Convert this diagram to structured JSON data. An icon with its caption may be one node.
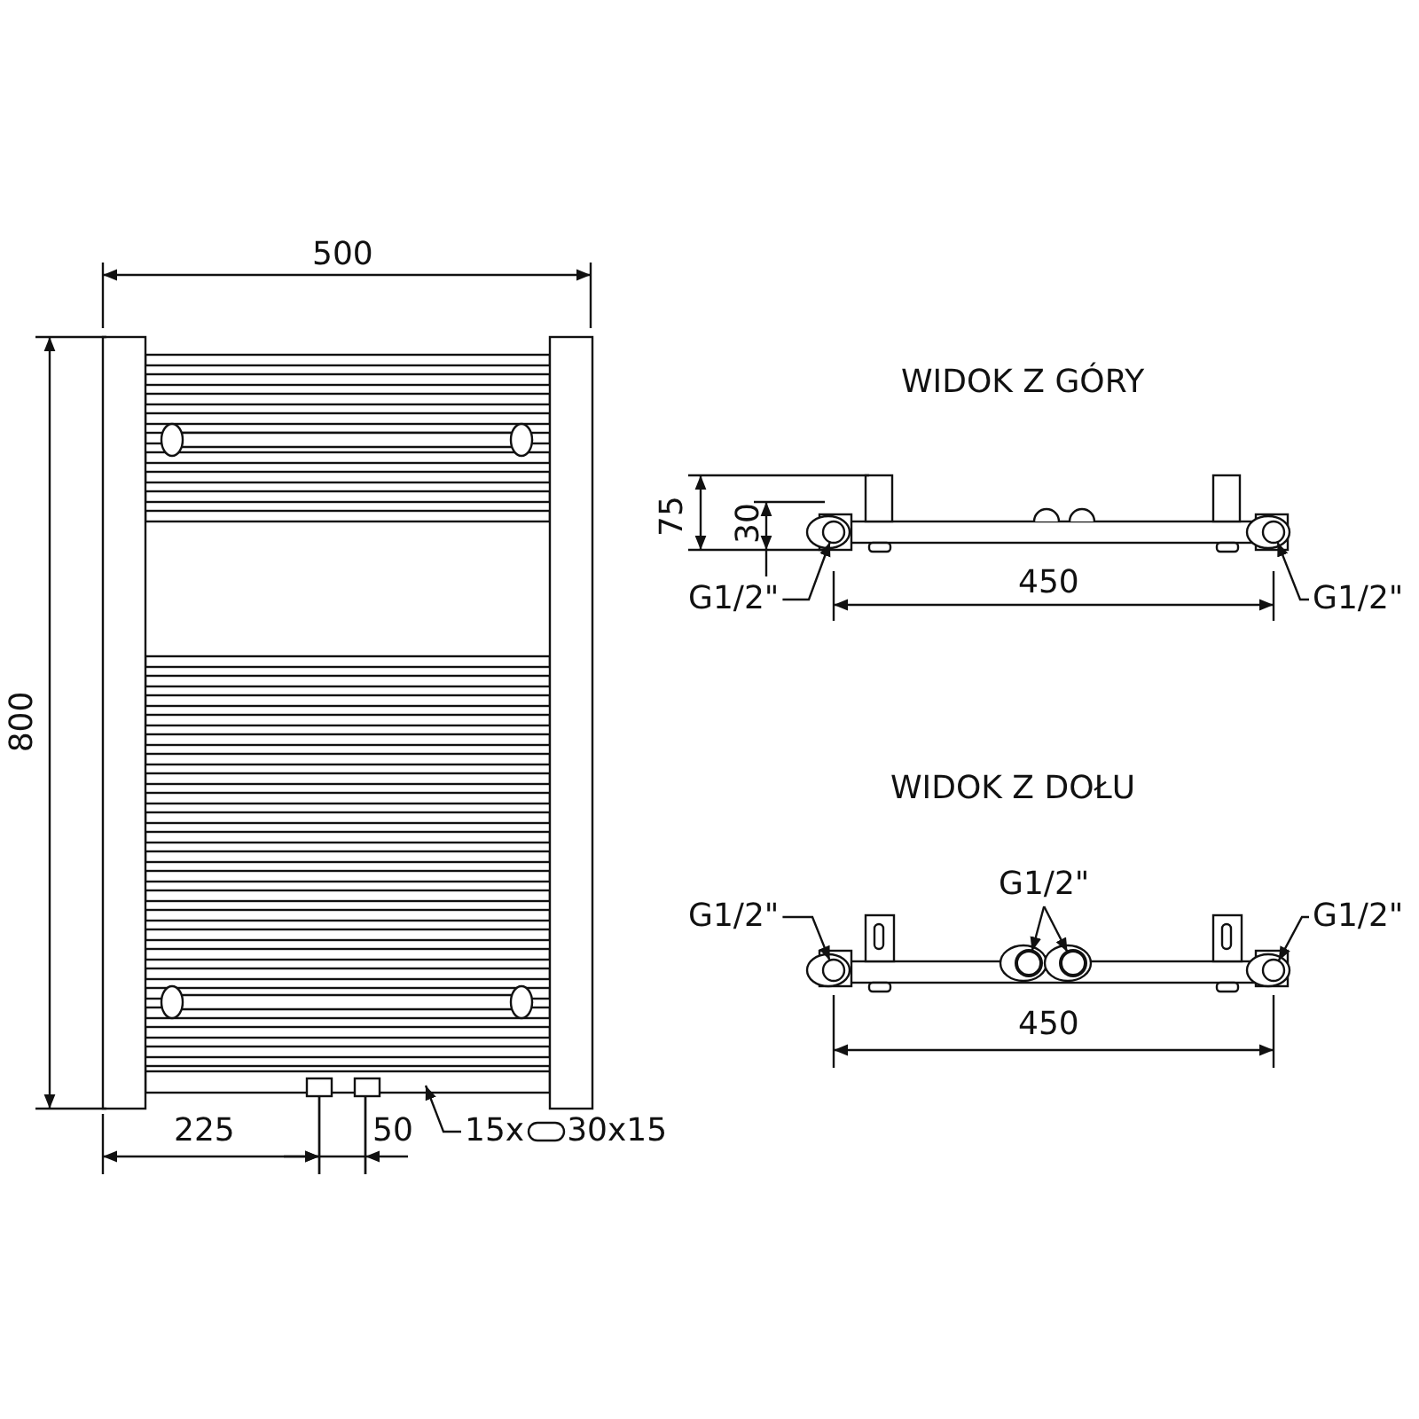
{
  "diagram": {
    "nodes": [
      {
        "text": [
          "G1/2\""
        ]
      },
      {
        "text": [],
        "shape": "circle"
      },
      {
        "text": [
          "G1/2\""
        ]
      },
      {
        "text": [],
        "shape": "circle"
      },
      {
        "text": [
          "G1/2\""
        ]
      },
      {
        "text": [],
        "shape": "circle"
      },
      {
        "text": [
          "G1/2\""
        ]
      },
      {
        "text": [],
        "shape": "circle"
      },
      {
        "text": [],
        "shape": "circle"
      },
      {
        "text": [
          "G1/2\""
        ]
      },
      {
        "text": [],
        "shape": "circle"
      },
      {
        "text": [
          "15x",
          "30x15"
        ]
      }
    ],
    "edges": [
      {
        "from": 0,
        "to": 1,
        "arrow": "to"
      },
      {
        "from": 2,
        "to": 3,
        "arrow": "to"
      },
      {
        "from": 4,
        "to": 5,
        "arrow": "to"
      },
      {
        "from": 6,
        "to": 7,
        "arrow": "to"
      },
      {
        "from": 6,
        "to": 8,
        "arrow": "to"
      },
      {
        "from": 9,
        "to": 10,
        "arrow": "to"
      },
      {
        "from": 11,
        "to": null,
        "arrow": "to"
      }
    ],
    "labels": [
      "500",
      "WIDOK Z GÓRY",
      "800",
      "75",
      "30",
      "450",
      "WIDOK Z DOŁU",
      "450",
      "225",
      "50"
    ]
  }
}
